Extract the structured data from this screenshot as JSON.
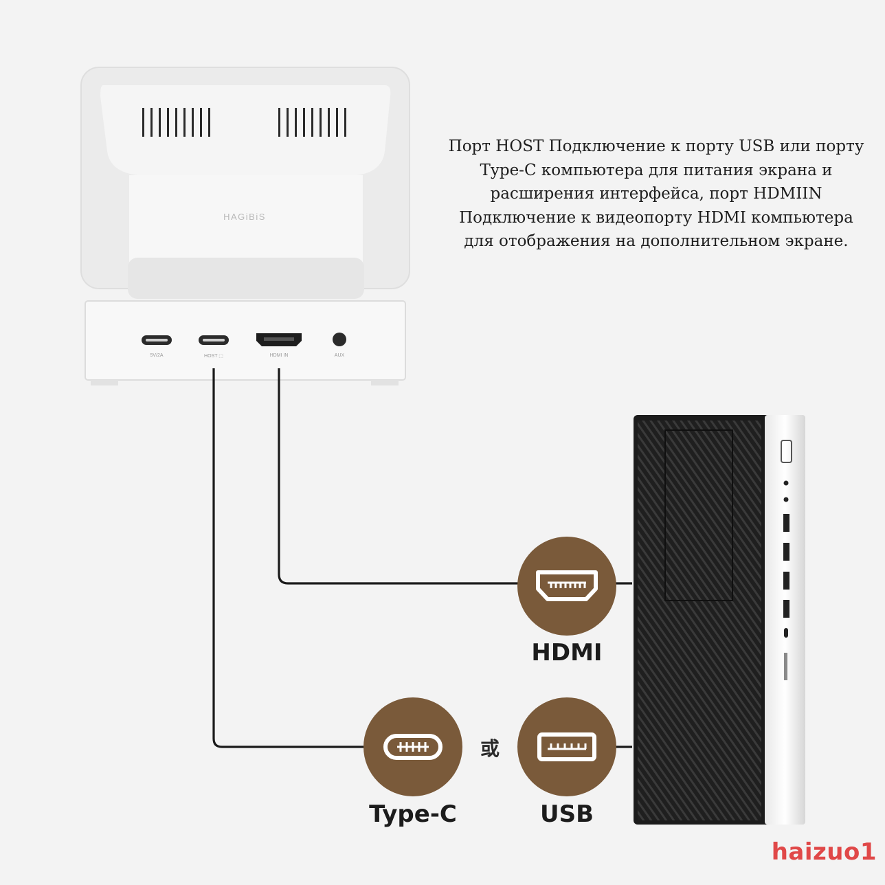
{
  "description": {
    "lines": [
      "Порт HOST Подключение к порту USB или порту",
      "Type-C компьютера для питания экрана и",
      "расширения интерфейса, порт HDMIIN",
      "Подключение к видеопорту HDMI компьютера",
      "для отображения на дополнительном экране."
    ]
  },
  "device": {
    "brand": "HAGiBiS",
    "ports": [
      "5V/2A",
      "HOST ⬚",
      "HDMI IN",
      "AUX"
    ]
  },
  "connectors": {
    "hdmi": "HDMI",
    "typec": "Type-C",
    "usb": "USB",
    "or": "或"
  },
  "watermark": "haizuo1",
  "colors": {
    "badge": "#7a5a3a",
    "cable": "#1a1a1a",
    "watermark": "#e04848"
  }
}
